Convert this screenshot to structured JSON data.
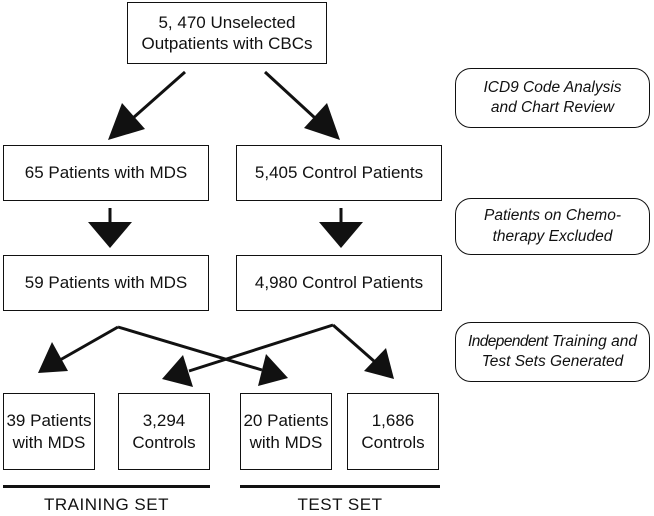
{
  "nodes": {
    "start": {
      "line1": "5, 470 Unselected",
      "line2": "Outpatients with CBCs"
    },
    "mds_initial": "65 Patients with MDS",
    "control_initial": "5,405 Control Patients",
    "mds_final": "59 Patients with MDS",
    "control_final": "4,980 Control Patients",
    "train_mds": {
      "line1": "39 Patients",
      "line2": "with MDS"
    },
    "train_controls": {
      "line1": "3,294",
      "line2": "Controls"
    },
    "test_mds": {
      "line1": "20 Patients",
      "line2": "with MDS"
    },
    "test_controls": {
      "line1": "1,686",
      "line2": "Controls"
    }
  },
  "notes": {
    "step1": {
      "line1": "ICD9 Code Analysis",
      "line2": "and Chart Review"
    },
    "step2": {
      "line1": "Patients on Chemo-",
      "line2": "therapy Excluded"
    },
    "step3": {
      "line1a": "Independent",
      "line1b": " Training and",
      "line2": "Test Sets Generated"
    }
  },
  "sets": {
    "training": "TRAINING SET",
    "test": "TEST SET"
  },
  "colors": {
    "stroke": "#111111",
    "background": "#ffffff"
  }
}
